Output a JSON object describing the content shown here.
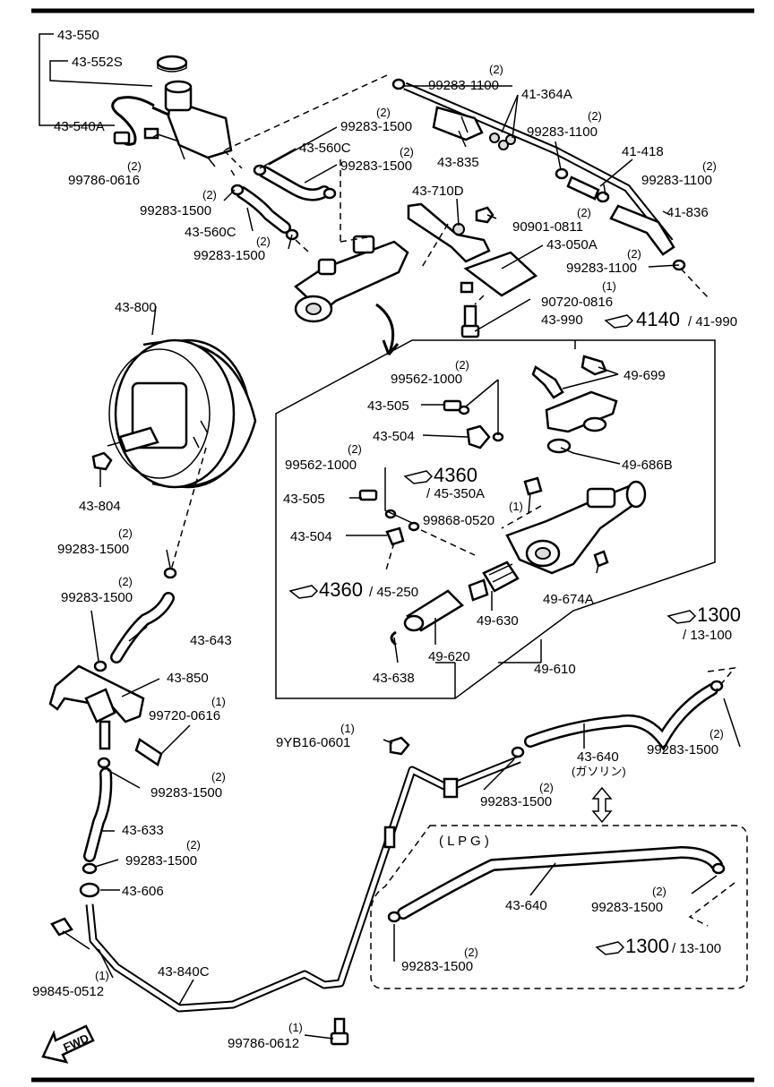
{
  "labels": {
    "p43_550": "43-550",
    "p43_552s": "43-552S",
    "p43_540a": "43-540A",
    "p99786_0616": "99786-0616",
    "q99786_0616": "(2)",
    "p99283_1500_a": "99283-1500",
    "q99283_1500_a": "(2)",
    "p43_560c_a": "43-560C",
    "p99283_1500_b": "99283-1500",
    "q99283_1500_b": "(2)",
    "p99283_1500_c": "99283-1500",
    "q99283_1500_c": "(2)",
    "p43_560c_b": "43-560C",
    "p99283_1500_d": "99283-1500",
    "q99283_1500_d": "(2)",
    "p99283_1100_a": "99283-1100",
    "q99283_1100_a": "(2)",
    "p41_364a": "41-364A",
    "p99283_1100_b": "99283-1100",
    "q99283_1100_b": "(2)",
    "p43_835": "43-835",
    "p41_418": "41-418",
    "p99283_1100_c": "99283-1100",
    "q99283_1100_c": "(2)",
    "p43_710d": "43-710D",
    "p90901_0811": "90901-0811",
    "q90901_0811": "(2)",
    "p41_836": "41-836",
    "p43_050a": "43-050A",
    "p99283_1100_d": "99283-1100",
    "q99283_1100_d": "(2)",
    "p90720_0816": "90720-0816",
    "q90720_0816": "(1)",
    "p43_990": "43-990",
    "ref4140": "4140",
    "ref41_990": "/ 41-990",
    "p43_800": "43-800",
    "p99562_1000_a": "99562-1000",
    "q99562_1000_a": "(2)",
    "p49_699": "49-699",
    "p43_505_a": "43-505",
    "p43_504_a": "43-504",
    "p49_686b": "49-686B",
    "p99562_1000_b": "99562-1000",
    "q99562_1000_b": "(2)",
    "ref4360_a": "4360",
    "ref45_350a": "/ 45-350A",
    "p43_505_b": "43-505",
    "p99868_0520": "99868-0520",
    "q99868_0520": "(1)",
    "p43_504_b": "43-504",
    "p43_804": "43-804",
    "p99283_1500_e": "99283-1500",
    "q99283_1500_e": "(2)",
    "ref4360_b": "4360",
    "ref45_250": "/ 45-250",
    "p49_674a": "49-674A",
    "p99283_1500_f": "99283-1500",
    "q99283_1500_f": "(2)",
    "p49_630": "49-630",
    "ref1300_a": "1300",
    "ref13_100_a": "/ 13-100",
    "p43_643": "43-643",
    "p49_620": "49-620",
    "p43_638": "43-638",
    "p49_610": "49-610",
    "p43_850": "43-850",
    "p99720_0616": "99720-0616",
    "q99720_0616": "(1)",
    "p9yb16_0601": "9YB16-0601",
    "q9yb16_0601": "(1)",
    "p43_640_a": "43-640",
    "gasoline": "(ガソリン)",
    "p99283_1500_g": "99283-1500",
    "q99283_1500_g": "(2)",
    "p99283_1500_h": "99283-1500",
    "q99283_1500_h": "(2)",
    "p99283_1500_i": "99283-1500",
    "q99283_1500_i": "(2)",
    "p43_633": "43-633",
    "lpg": "( L P G )",
    "p99283_1500_j": "99283-1500",
    "q99283_1500_j": "(2)",
    "p43_606": "43-606",
    "p43_640_b": "43-640",
    "p99283_1500_k": "99283-1500",
    "q99283_1500_k": "(2)",
    "ref1300_b": "1300",
    "ref13_100_b": "/ 13-100",
    "p99845_0512": "99845-0512",
    "q99845_0512": "(1)",
    "p43_840c": "43-840C",
    "p99283_1500_l": "99283-1500",
    "q99283_1500_l": "(2)",
    "p99786_0612": "99786-0612",
    "q99786_0612": "(1)",
    "fwd": "FWD"
  }
}
